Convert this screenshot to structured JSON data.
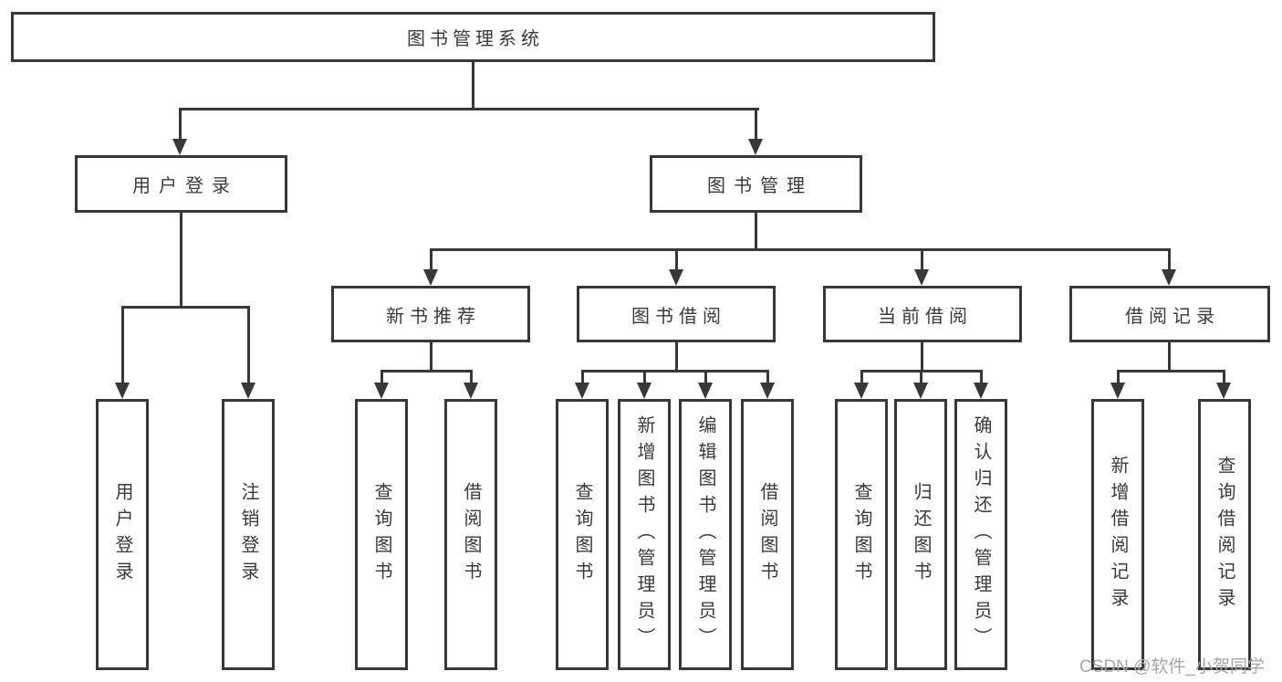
{
  "root": {
    "label": "图书管理系统"
  },
  "branches": {
    "user": {
      "label": "用户登录",
      "children": [
        "用户登录",
        "注销登录"
      ]
    },
    "book": {
      "label": "图书管理",
      "sections": [
        {
          "label": "新书推荐",
          "children": [
            "查询图书",
            "借阅图书"
          ]
        },
        {
          "label": "图书借阅",
          "children": [
            "查询图书",
            "新增图书（管理员）",
            "编辑图书（管理员）",
            "借阅图书"
          ]
        },
        {
          "label": "当前借阅",
          "children": [
            "查询图书",
            "归还图书",
            "确认归还（管理员）"
          ]
        },
        {
          "label": "借阅记录",
          "children": [
            "新增借阅记录",
            "查询借阅记录"
          ]
        }
      ]
    }
  },
  "watermark": {
    "text": "CSDN @软件_小贺同学"
  },
  "colors": {
    "line": "#383838",
    "border": "#383838",
    "text": "#3a3a3a",
    "background": "#ffffff",
    "watermark": "#a6a6a6"
  }
}
